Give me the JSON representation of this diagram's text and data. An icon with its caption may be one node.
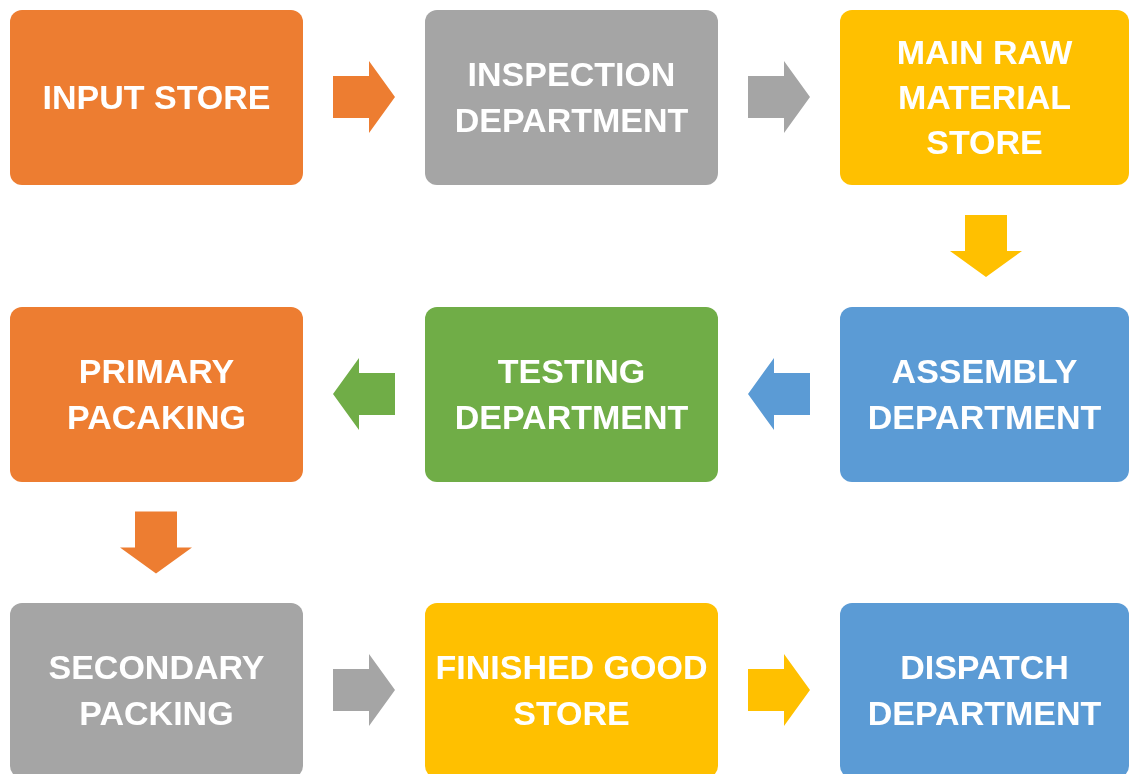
{
  "diagram": {
    "nodes": [
      {
        "text": [
          "INPUT STORE"
        ]
      },
      {
        "text": [
          "INSPECTION DEPARTMENT"
        ]
      },
      {
        "text": [
          "MAIN RAW MATERIAL STORE"
        ]
      },
      {
        "text": [
          "PRIMARY PACAKING"
        ]
      },
      {
        "text": [
          "TESTING DEPARTMENT"
        ]
      },
      {
        "text": [
          "ASSEMBLY DEPARTMENT"
        ]
      },
      {
        "text": [
          "SECONDARY PACKING"
        ]
      },
      {
        "text": [
          "FINISHED GOOD STORE"
        ]
      },
      {
        "text": [
          "DISPATCH DEPARTMENT"
        ]
      }
    ],
    "edges": [
      {
        "from": 0,
        "to": 1,
        "arrow": "to",
        "style": "thick",
        "color": "#ed7d31"
      },
      {
        "from": 1,
        "to": 2,
        "arrow": "to",
        "style": "thick",
        "color": "#a5a5a5"
      },
      {
        "from": 2,
        "to": 5,
        "arrow": "to",
        "style": "thick",
        "color": "#ffc000"
      },
      {
        "from": 5,
        "to": 4,
        "arrow": "to",
        "style": "thick",
        "color": "#5b9bd5"
      },
      {
        "from": 4,
        "to": 3,
        "arrow": "to",
        "style": "thick",
        "color": "#70ad47"
      },
      {
        "from": 3,
        "to": 6,
        "arrow": "to",
        "style": "thick",
        "color": "#ed7d31"
      },
      {
        "from": 6,
        "to": 7,
        "arrow": "to",
        "style": "thick",
        "color": "#a5a5a5"
      },
      {
        "from": 7,
        "to": 8,
        "arrow": "to",
        "style": "thick",
        "color": "#ffc000"
      }
    ]
  }
}
